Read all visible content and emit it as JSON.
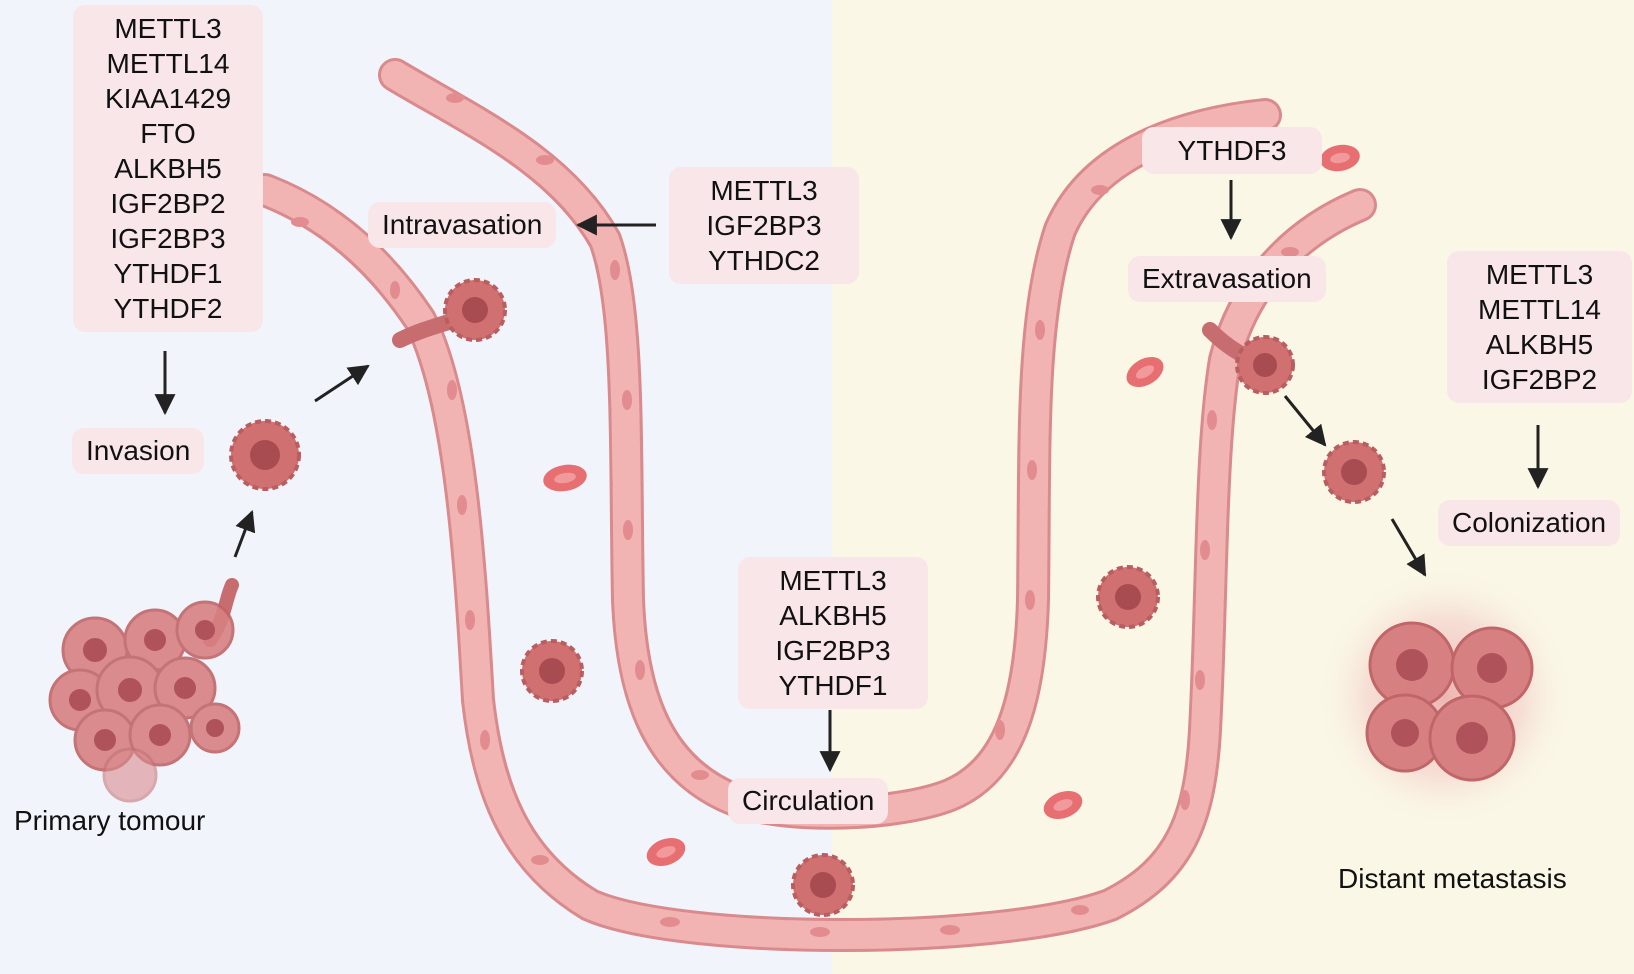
{
  "genes": {
    "primary": [
      "METTL3",
      "METTL14",
      "KIAA1429",
      "FTO",
      "ALKBH5",
      "IGF2BP2",
      "IGF2BP3",
      "YTHDF1",
      "YTHDF2"
    ],
    "intravasation": [
      "METTL3",
      "IGF2BP3",
      "YTHDC2"
    ],
    "circulation": [
      "METTL3",
      "ALKBH5",
      "IGF2BP3",
      "YTHDF1"
    ],
    "extravasation": [
      "YTHDF3"
    ],
    "colonization": [
      "METTL3",
      "METTL14",
      "ALKBH5",
      "IGF2BP2"
    ]
  },
  "steps": {
    "invasion": "Invasion",
    "intravasation": "Intravasation",
    "circulation": "Circulation",
    "extravasation": "Extravasation",
    "colonization": "Colonization"
  },
  "captions": {
    "primary_tumour": "Primary tomour",
    "distant_metastasis": "Distant metastasis"
  },
  "colors": {
    "left_background": "#f1f4fb",
    "right_background": "#faf7e6",
    "label_box": "#f9e6e8",
    "vessel_fill": "#f2b3b3",
    "vessel_stroke": "#d98a8c",
    "tumour_cell": "#d07070",
    "red_blood_cell": "#e76f71",
    "arrow": "#222222"
  }
}
